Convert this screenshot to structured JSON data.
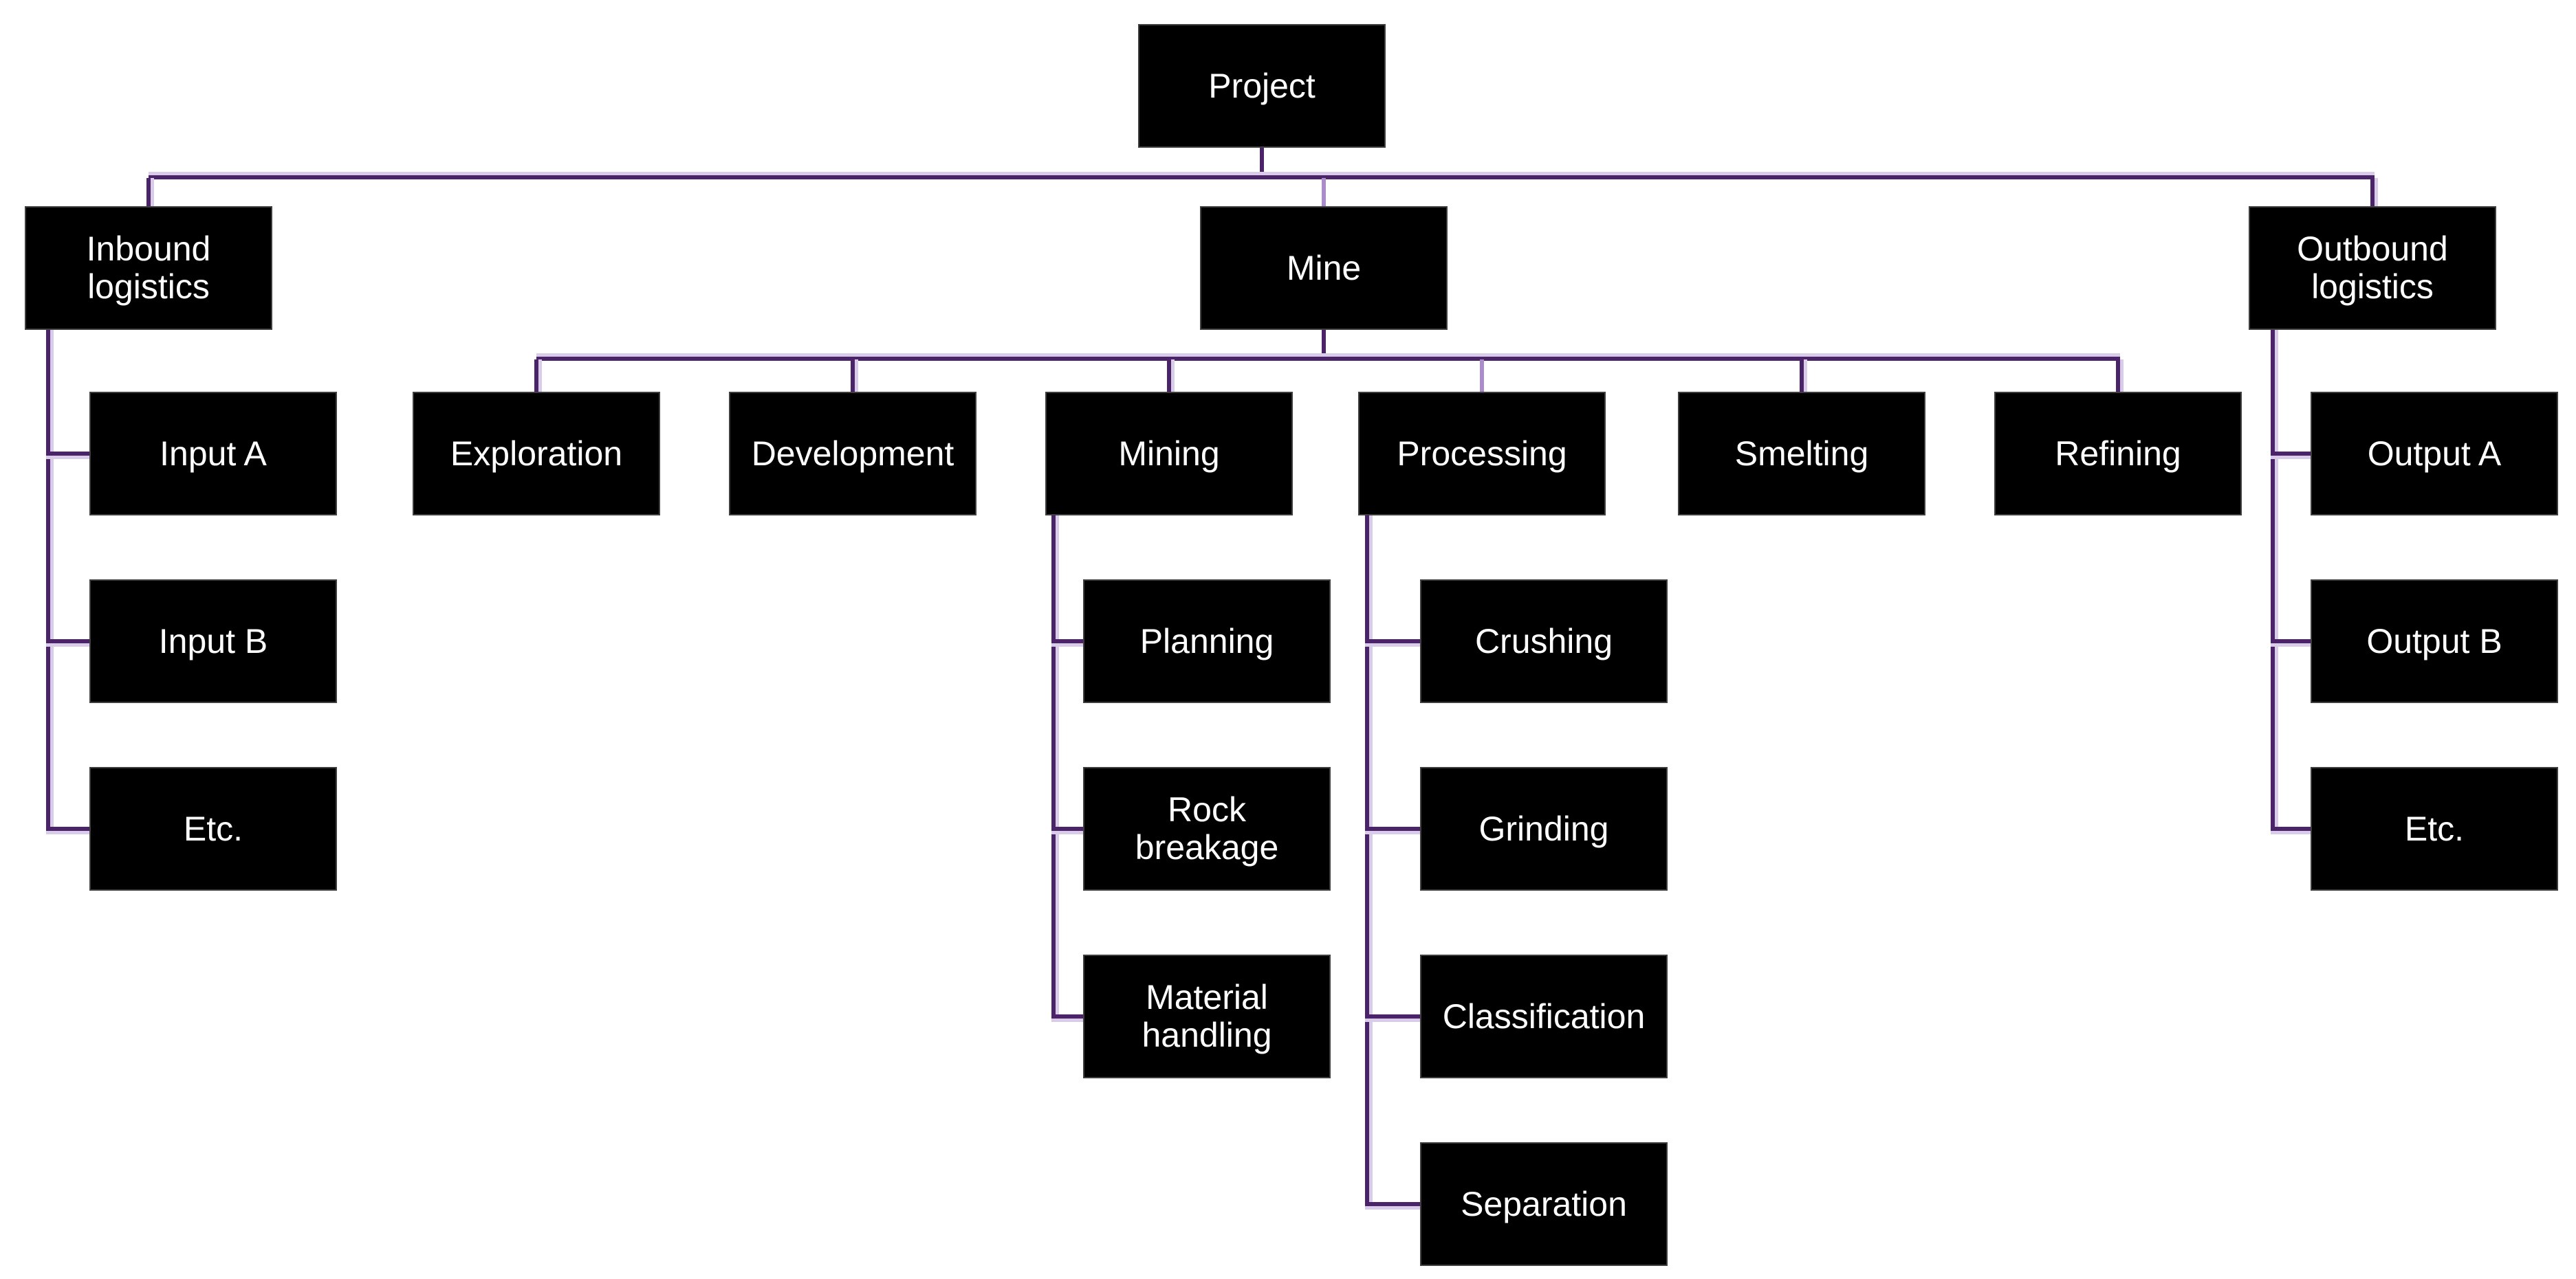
{
  "colors": {
    "connector_dark": "#4b2369",
    "connector_light": "#d9cce8",
    "connector_mid": "#a98cc8",
    "box_bg": "#000000",
    "box_border": "#3f3f3f",
    "box_text": "#ffffff",
    "page_bg": "#ffffff"
  },
  "hierarchy": {
    "label": "Project",
    "children": [
      {
        "label": "Inbound logistics",
        "children": [
          {
            "label": "Input A"
          },
          {
            "label": "Input B"
          },
          {
            "label": "Etc."
          }
        ]
      },
      {
        "label": "Mine",
        "children": [
          {
            "label": "Exploration"
          },
          {
            "label": "Development"
          },
          {
            "label": "Mining",
            "children": [
              {
                "label": "Planning"
              },
              {
                "label": "Rock breakage"
              },
              {
                "label": "Material handling"
              }
            ]
          },
          {
            "label": "Processing",
            "children": [
              {
                "label": "Crushing"
              },
              {
                "label": "Grinding"
              },
              {
                "label": "Classification"
              },
              {
                "label": "Separation"
              }
            ]
          },
          {
            "label": "Smelting"
          },
          {
            "label": "Refining"
          }
        ]
      },
      {
        "label": "Outbound logistics",
        "children": [
          {
            "label": "Output A"
          },
          {
            "label": "Output B"
          },
          {
            "label": "Etc."
          }
        ]
      }
    ]
  }
}
